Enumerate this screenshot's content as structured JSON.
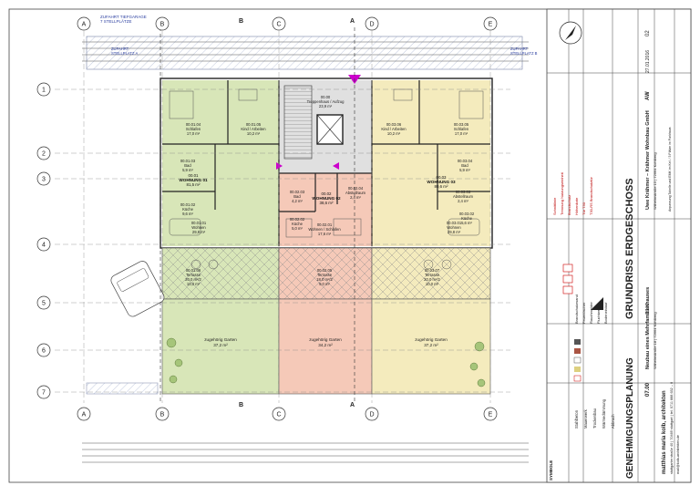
{
  "grid": {
    "columns": [
      {
        "label": "A"
      },
      {
        "label": "B"
      },
      {
        "label": "C"
      },
      {
        "label": "D"
      },
      {
        "label": "E"
      }
    ],
    "rows": [
      {
        "label": "1"
      },
      {
        "label": "2"
      },
      {
        "label": "3"
      },
      {
        "label": "4"
      },
      {
        "label": "5"
      },
      {
        "label": "6"
      },
      {
        "label": "7"
      }
    ],
    "section_marks": [
      "B",
      "A",
      "B",
      "A"
    ]
  },
  "site_labels": {
    "zufahrt_tg": "ZUFAHRT TIEFGARAGE\n7 STELLPLÄTZE",
    "zufahrt_sp_a": "ZUFAHRT\nSTELLPLATZ A",
    "zufahrt_sp_b": "ZUFAHRT\nSTELLPLATZ B"
  },
  "rooms": [
    {
      "id": "00.01.04",
      "name": "Schlafen",
      "area": "17,0 m²"
    },
    {
      "id": "00.01.05",
      "name": "Kind / Arbeiten",
      "area": "10,2 m²"
    },
    {
      "id": "00.00",
      "name": "Treppenhaus / Aufzug",
      "area": "23,9 m²"
    },
    {
      "id": "00.03.06",
      "name": "Kind / Arbeiten",
      "area": "10,2 m²"
    },
    {
      "id": "00.03.05",
      "name": "Schlafen",
      "area": "17,0 m²"
    },
    {
      "id": "00.01.03",
      "name": "Bad",
      "area": "5,9 m²"
    },
    {
      "id": "00.03.04",
      "name": "Bad",
      "area": "5,9 m²"
    },
    {
      "id": "00.02.03",
      "name": "Bad",
      "area": "4,2 m²"
    },
    {
      "id": "00.02.04",
      "name": "Abstellraum",
      "area": "2,4 m²"
    },
    {
      "id": "00.03.03",
      "name": "Abstellraum",
      "area": "2,4 m²"
    },
    {
      "id": "00.01.02",
      "name": "Küche",
      "area": "9,6 m²"
    },
    {
      "id": "00.02.02",
      "name": "Küche",
      "area": "5,0 m²"
    },
    {
      "id": "00.03.02",
      "name": "Küche",
      "area": "5,6 m²"
    },
    {
      "id": "00.01.01",
      "name": "Wohnen",
      "area": "29,8 m²"
    },
    {
      "id": "00.02.01",
      "name": "Wohnen / Schlafen",
      "area": "17,6 m²"
    },
    {
      "id": "00.03.01",
      "name": "Wohnen",
      "area": "29,8 m²"
    },
    {
      "id": "00.01.06",
      "name": "Terrasse",
      "area": "20,0 m²/2\n10,0 m²"
    },
    {
      "id": "00.02.05",
      "name": "Terrasse",
      "area": "18,0 m²/2\n9,0 m²"
    },
    {
      "id": "00.03.07",
      "name": "Terrasse",
      "area": "20,0 m²/2\n10,0 m²"
    }
  ],
  "units": [
    {
      "id": "00.01",
      "name": "WOHNUNG 01",
      "area": "81,5 m²"
    },
    {
      "id": "00.02",
      "name": "WOHNUNG 02",
      "area": "38,6 m²"
    },
    {
      "id": "00.03",
      "name": "WOHNUNG 03",
      "area": "80,6 m²"
    }
  ],
  "gardens": [
    {
      "name": "zugehörig Garten",
      "area": "37,2 m²"
    },
    {
      "name": "zugehörig Garten",
      "area": "34,2 m²"
    },
    {
      "name": "zugehörig Garten",
      "area": "37,2 m²"
    }
  ],
  "title_block": {
    "drawing_title": "GRUNDRISS  ERDGESCHOSS",
    "phase": "GENEHMIGUNGSPLANUNG",
    "project": "Neubau eines Mehrfamilienhauses",
    "address": "Wilhelmstraße 18  |  72664 Kohlberg",
    "scale": "1:100",
    "plan_no": "07.00",
    "date": "27.01.2016",
    "drawn": "AW",
    "index": "02",
    "client": "Uwe Krähmer – Krähmer Wohnbau GmbH",
    "client_address": "Wilhelmstraße 15  |  72664 Kohlberg",
    "architect": "matthias maria kolb, architekten",
    "architect_address": "stuttgarter straße 40  |  70469 stuttgart  |  tel. 0711 888 632 – 0",
    "architect_mail": "mail@kolb-architekten.de",
    "revision": "Anpassung Tabelle und EMK im Kel. / 3 Plätze im Parkhaus",
    "label_symbole": "SYMBOLE"
  },
  "legend": {
    "materials": [
      "Stahlbeton",
      "Mauerwerk",
      "Trockenbau",
      "Wärmedämmung",
      "Abbruch"
    ],
    "symbols": [
      "Brandschutzwand",
      "Feuerlöscher",
      "Rauchmelder",
      "Fluchtweg",
      "Bodeneinlauf"
    ],
    "notes": [
      "Schnittlinie",
      "Trennung Nutzungseinheit",
      "Brandschutz",
      "Höhenkote",
      "Tür T30",
      "T30-RS Brandschutztür"
    ]
  },
  "colors": {
    "unit1": "#d8e6b8",
    "unit2": "#f5c9b8",
    "unit3": "#f4ebbd",
    "stair": "#cfcfcf",
    "wall": "#222222",
    "accent": "#cc00cc",
    "hatch": "#9aa8c8"
  }
}
